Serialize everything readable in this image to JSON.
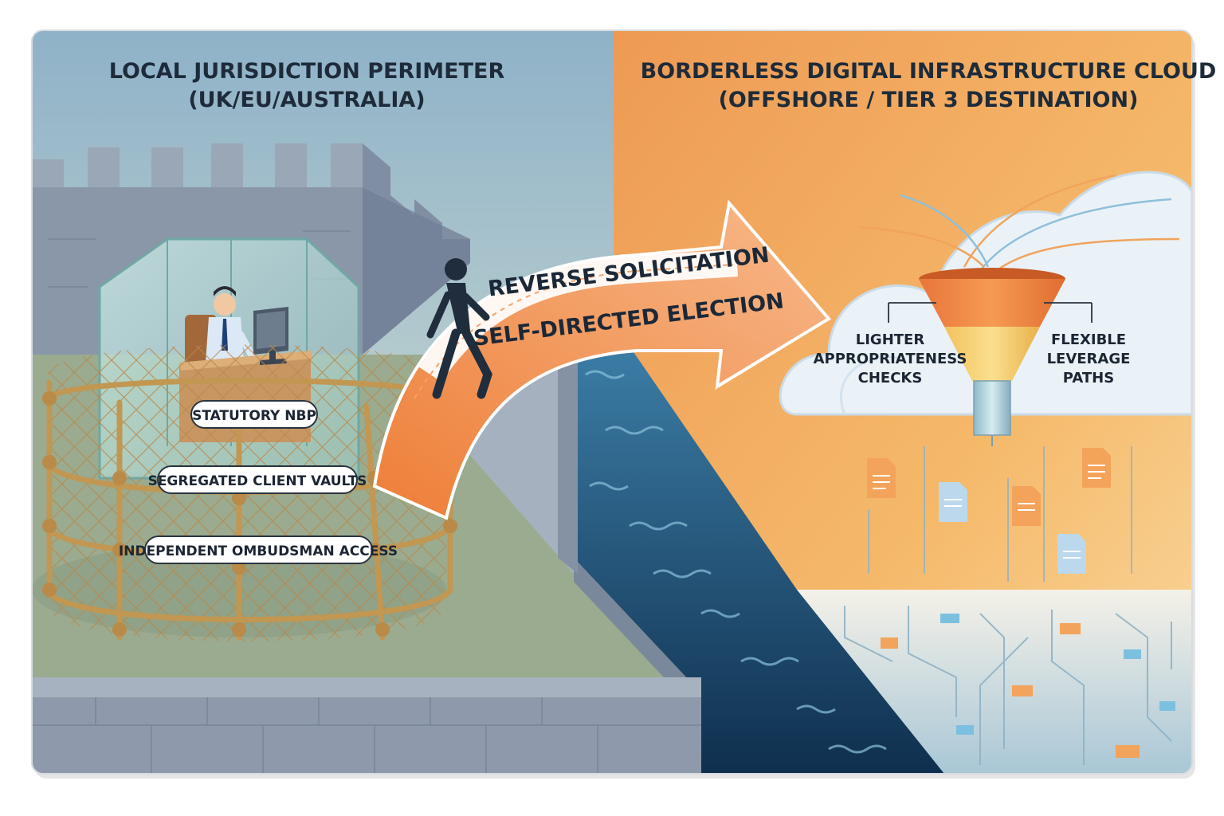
{
  "left_panel": {
    "title_line1": "LOCAL JURISDICTION PERIMETER",
    "title_line2": "(UK/EU/AUSTRALIA)",
    "protections": [
      "STATUTORY NBP",
      "SEGREGATED CLIENT VAULTS",
      "INDEPENDENT OMBUDSMAN ACCESS"
    ]
  },
  "right_panel": {
    "title_line1": "BORDERLESS DIGITAL INFRASTRUCTURE CLOUD",
    "title_line2": "(OFFSHORE / TIER 3 DESTINATION)",
    "funnel_left": [
      "LIGHTER",
      "APPROPRIATENESS",
      "CHECKS"
    ],
    "funnel_right": [
      "FLEXIBLE",
      "LEVERAGE",
      "PATHS"
    ]
  },
  "bridge_arrow": {
    "line1": "REVERSE SOLICITATION",
    "line2": "SELF-DIRECTED ELECTION"
  },
  "colors": {
    "left_sky": "#a9c3cf",
    "right_sky": "#f0a35a",
    "wall": "#8592a3",
    "courtyard": "#97a88e",
    "water": "#1f4e74",
    "arrow_orange": "#ef8a42",
    "rope": "#c79a53"
  },
  "icons": [
    "person-desk-icon",
    "computer-monitor-icon",
    "walking-person-icon",
    "funnel-icon",
    "document-icon",
    "cloud-icon",
    "circuit-icon"
  ]
}
